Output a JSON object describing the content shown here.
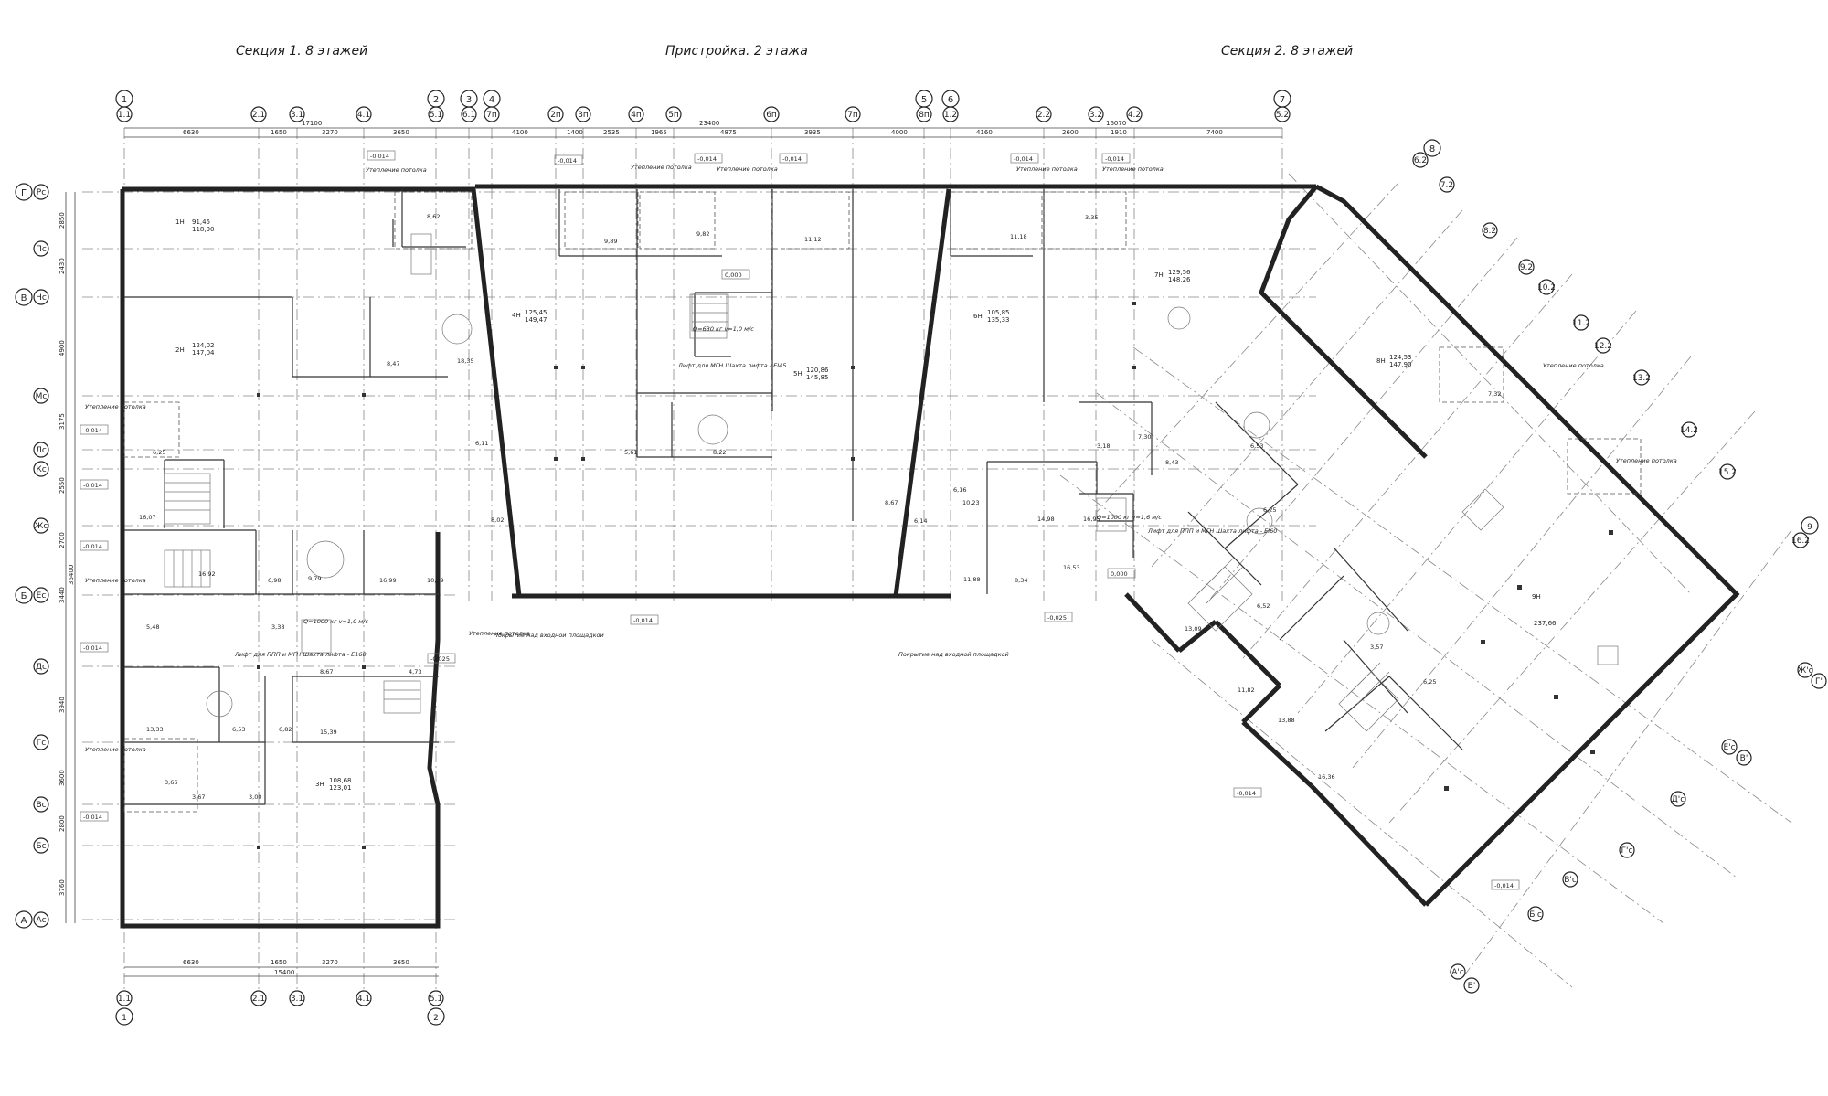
{
  "titles": {
    "section1": "Секция 1. 8 этажей",
    "annex": "Пристройка. 2 этажа",
    "section2": "Секция 2. 8 этажей"
  },
  "axes_top": [
    "1.1",
    "2.1",
    "3.1",
    "4.1",
    "5.1",
    "6.1",
    "7п",
    "2п",
    "3п",
    "4п",
    "5п",
    "6п",
    "7п",
    "8п",
    "1.2",
    "2.2",
    "3.2",
    "4.2",
    "5.2"
  ],
  "axes_top_main": [
    "1",
    "2",
    "3",
    "4",
    "5",
    "6",
    "7",
    "8"
  ],
  "axes_left": [
    "Рс",
    "Пс",
    "Нс",
    "Мс",
    "Лс",
    "Кс",
    "Жс",
    "Ес",
    "Дс",
    "Гс",
    "Вс",
    "Бс",
    "Ас"
  ],
  "axes_left_main": [
    "Г",
    "В",
    "Б",
    "А"
  ],
  "axes_bottom": [
    "1.1",
    "2.1",
    "3.1",
    "4.1",
    "5.1"
  ],
  "axes_bottom_main": [
    "1",
    "2"
  ],
  "axes_right": [
    "6.2",
    "7.2",
    "8.2",
    "9.2",
    "10.2",
    "11.2",
    "12.2",
    "13.2",
    "14.2",
    "15.2",
    "16.2"
  ],
  "axes_right_main": [
    "8",
    "9"
  ],
  "axes_rot_letters": [
    "Ж'с",
    "Г'",
    "Е'с",
    "В'",
    "Д'с",
    "Г'с",
    "В'с",
    "Б'с",
    "А'с",
    "Б'"
  ],
  "dims_top_s1": [
    "6630",
    "1650",
    "3270",
    "3650"
  ],
  "dims_top_s1_total": "17100",
  "dims_top_annex_total": "23400",
  "dims_top_annex": [
    "4100",
    "1400",
    "2535",
    "1965",
    "4875",
    "3935",
    "4000"
  ],
  "dims_top_s2": [
    "4160",
    "2600",
    "1910",
    "7400"
  ],
  "dims_top_s2_total": "16070",
  "dims_bottom": [
    "6630",
    "1650",
    "3270",
    "3650"
  ],
  "dims_bottom_total": "15400",
  "dims_left": [
    "2850",
    "2430",
    "4900",
    "3175",
    "2550",
    "2700",
    "3440",
    "3940",
    "3600",
    "2800",
    "3760"
  ],
  "dims_left_total": "36400",
  "level_marks": [
    "-0,014",
    "-0,014",
    "-0,014",
    "-0,014",
    "-0,014",
    "-0,014",
    "-0,014",
    "-0,014",
    "-0,014",
    "-0,014",
    "-0,014",
    "-0,014",
    "-0,025",
    "-0,025",
    "0,000",
    "0,000",
    "-0,014",
    "-0,014"
  ],
  "labels": {
    "insulation": "Утепление потолка",
    "canopy": "Покрытие над входной площадкой",
    "lift1": "Q=1000 кг v=1,0 м/с",
    "lift1_desc": "Лифт для ППП и МГН Шахта лифта - E160",
    "lift2": "Q=630 кг v=1,0 м/с",
    "lift2_desc": "Лифт для МГН Шахта лифта - EI45",
    "lift3": "Q=1000 кг v=1,6 м/с",
    "lift3_desc": "Лифт для ППП и МГН Шахта лифта - EI60"
  },
  "rooms": [
    {
      "id": "1Н",
      "area": "91,45",
      "area2": "118,90"
    },
    {
      "id": "2Н",
      "area": "124,02",
      "area2": "147,04"
    },
    {
      "id": "3Н",
      "area": "108,68",
      "area2": "123,01"
    },
    {
      "id": "4Н",
      "area": "125,45",
      "area2": "149,47"
    },
    {
      "id": "5Н",
      "area": "120,86",
      "area2": "145,85"
    },
    {
      "id": "6Н",
      "area": "105,85",
      "area2": "135,33"
    },
    {
      "id": "7Н",
      "area": "129,56",
      "area2": "148,26"
    },
    {
      "id": "8Н",
      "area": "124,53",
      "area2": "147,90"
    },
    {
      "id": "9Н",
      "area": "237,66",
      "area2": ""
    }
  ],
  "small_areas": [
    "8,62",
    "9,89",
    "9,82",
    "11,12",
    "11,18",
    "3,35",
    "8,47",
    "18,35",
    "6,11",
    "8,02",
    "5,61",
    "8,22",
    "8,67",
    "10,23",
    "6,25",
    "16,07",
    "16,92",
    "6,98",
    "9,79",
    "16,99",
    "10,09",
    "3,38",
    "8,67",
    "4,73",
    "6,82",
    "15,39",
    "5,48",
    "13,33",
    "6,53",
    "3,66",
    "3,67",
    "3,00",
    "6,14",
    "6,16",
    "14,98",
    "16,95",
    "3,18",
    "7,30",
    "8,43",
    "6,53",
    "6,25",
    "6,52",
    "11,82",
    "13,09",
    "13,88",
    "16,36",
    "3,57",
    "6,25",
    "7,32",
    "16,53",
    "11,88",
    "8,34"
  ],
  "colors": {
    "line": "#222222",
    "thin": "#444444",
    "bg": "#ffffff"
  }
}
